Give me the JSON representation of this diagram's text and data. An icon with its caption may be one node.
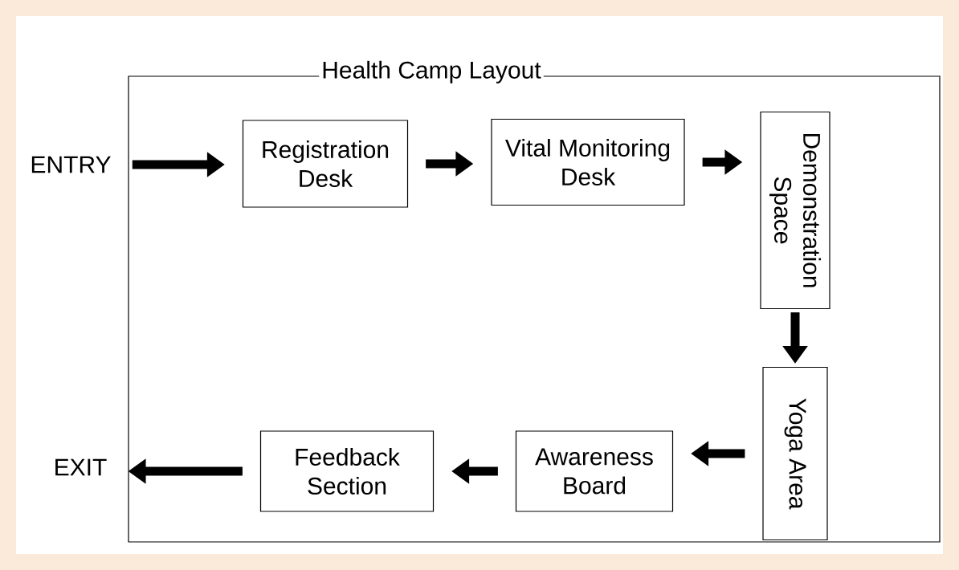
{
  "diagram": {
    "nodes": [
      {
        "text": [
          "Health Camp Layout"
        ]
      },
      {
        "text": [
          "ENTRY"
        ]
      },
      {
        "text": [
          "Registration Desk"
        ],
        "in": 0
      },
      {
        "text": [
          "Vital Monitoring Desk"
        ],
        "in": 0
      },
      {
        "text": [
          "Demonstration Space"
        ],
        "in": 0
      },
      {
        "text": [
          "Yoga Area"
        ],
        "in": 0
      },
      {
        "text": [
          "Awareness Board"
        ],
        "in": 0
      },
      {
        "text": [
          "Feedback Section"
        ],
        "in": 0
      },
      {
        "text": [
          "EXIT"
        ]
      }
    ],
    "edges": [
      {
        "from": 1,
        "to": 2,
        "arrow": "to"
      },
      {
        "from": 2,
        "to": 3,
        "arrow": "to"
      },
      {
        "from": 3,
        "to": 4,
        "arrow": "to"
      },
      {
        "from": 4,
        "to": 5,
        "arrow": "to"
      },
      {
        "from": 5,
        "to": 6,
        "arrow": "to"
      },
      {
        "from": 6,
        "to": 7,
        "arrow": "to"
      },
      {
        "from": 7,
        "to": 8,
        "arrow": "to"
      }
    ]
  }
}
